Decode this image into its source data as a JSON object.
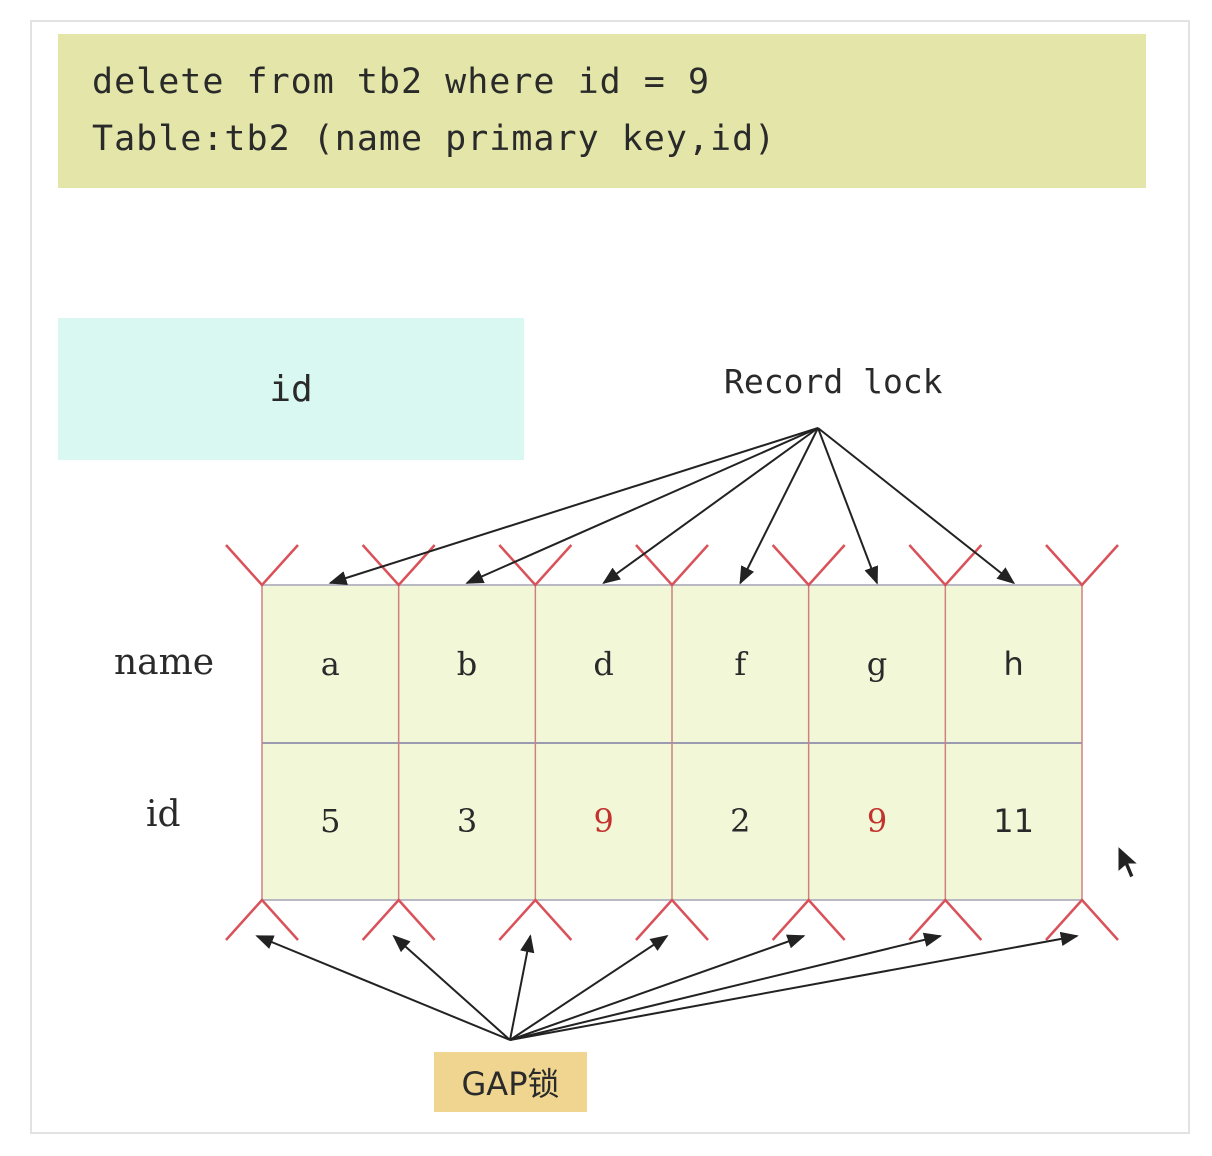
{
  "sql": {
    "line1": "delete from tb2 where id = 9",
    "line2": "Table:tb2 (name primary key,id)"
  },
  "index_label": "id",
  "record_lock_label": "Record lock",
  "gap_lock_label": "GAP锁",
  "rows": {
    "name_label": "name",
    "id_label": "id"
  },
  "records": [
    {
      "name": "a",
      "id": "5",
      "match": false
    },
    {
      "name": "b",
      "id": "3",
      "match": false
    },
    {
      "name": "d",
      "id": "9",
      "match": true
    },
    {
      "name": "f",
      "id": "2",
      "match": false
    },
    {
      "name": "g",
      "id": "9",
      "match": true
    },
    {
      "name": "h",
      "id": "11",
      "match": false
    }
  ],
  "colors": {
    "sql_box": "#e3e6a8",
    "index_box": "#d8f8f1",
    "grid_fill": "#f2f7d8",
    "matched_value": "#c2332e",
    "lock_marker": "#d9525a",
    "gap_label_bg": "#f0d591"
  }
}
